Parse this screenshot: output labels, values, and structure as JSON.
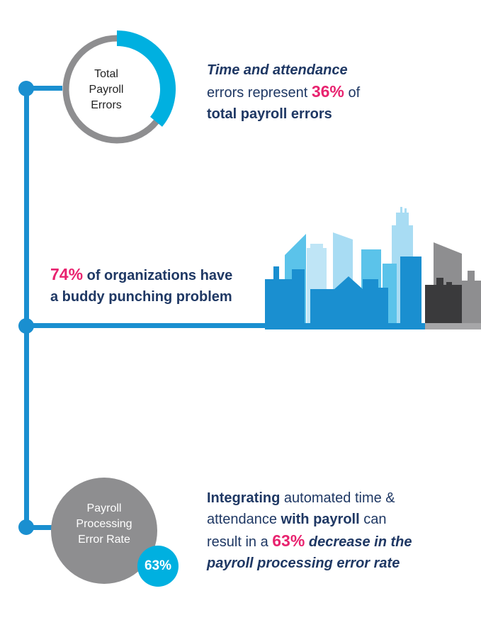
{
  "colors": {
    "timeline": "#1a8fd0",
    "accent_cyan": "#00b0e0",
    "ring_gray": "#8e8e90",
    "navy_text": "#1f3864",
    "highlight_pink": "#e8236f",
    "circle_gray": "#8e8e90"
  },
  "section1": {
    "ring_label_line1": "Total",
    "ring_label_line2": "Payroll",
    "ring_label_line3": "Errors",
    "ring_fraction": 0.36,
    "text_line1": "Time and attendance",
    "text_line2_pre": "errors represent ",
    "text_line2_value": "36%",
    "text_line2_post": " of",
    "text_line3": "total payroll errors"
  },
  "section2": {
    "value": "74%",
    "text_line1_post": " of organizations have",
    "text_line2": "a buddy punching problem",
    "skyline_icon": "city-skyline-icon"
  },
  "section3": {
    "circle_label_line1": "Payroll",
    "circle_label_line2": "Processing",
    "circle_label_line3": "Error Rate",
    "badge_value": "63%",
    "text_line1_bold": "Integrating",
    "text_line1_post": " automated time &",
    "text_line2_pre": "attendance ",
    "text_line2_bold": "with payroll",
    "text_line2_post": " can",
    "text_line3_pre": "result in a ",
    "text_line3_value": "63%",
    "text_line3_italic": " decrease in the",
    "text_line4": "payroll processing error rate"
  }
}
